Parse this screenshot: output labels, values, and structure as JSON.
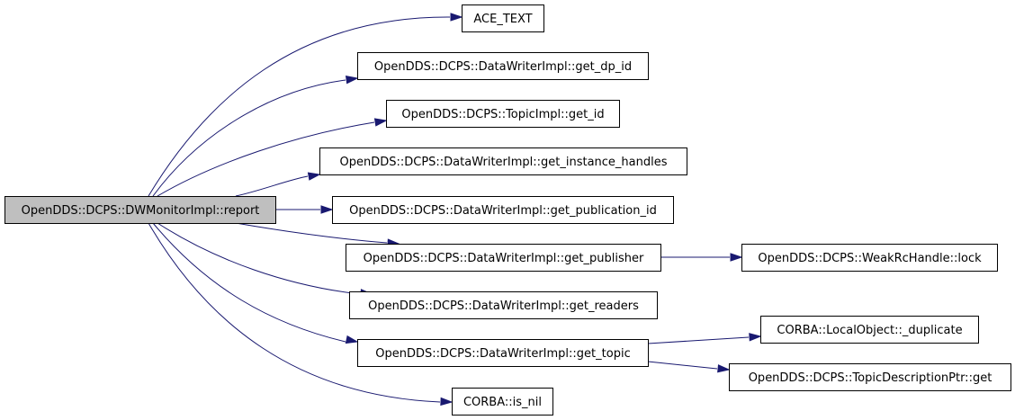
{
  "diagram": {
    "type": "call-graph",
    "edge_color": "#191970",
    "root_fill": "#bfbfbf",
    "nodes": [
      {
        "id": "report",
        "label": "OpenDDS::DCPS::DWMonitorImpl::report",
        "root": true
      },
      {
        "id": "ace_text",
        "label": "ACE_TEXT"
      },
      {
        "id": "get_dp_id",
        "label": "OpenDDS::DCPS::DataWriterImpl::get_dp_id"
      },
      {
        "id": "topic_get_id",
        "label": "OpenDDS::DCPS::TopicImpl::get_id"
      },
      {
        "id": "get_instance_handles",
        "label": "OpenDDS::DCPS::DataWriterImpl::get_instance_handles"
      },
      {
        "id": "get_publication_id",
        "label": "OpenDDS::DCPS::DataWriterImpl::get_publication_id"
      },
      {
        "id": "get_publisher",
        "label": "OpenDDS::DCPS::DataWriterImpl::get_publisher"
      },
      {
        "id": "weak_lock",
        "label": "OpenDDS::DCPS::WeakRcHandle::lock"
      },
      {
        "id": "get_readers",
        "label": "OpenDDS::DCPS::DataWriterImpl::get_readers"
      },
      {
        "id": "get_topic",
        "label": "OpenDDS::DCPS::DataWriterImpl::get_topic"
      },
      {
        "id": "duplicate",
        "label": "CORBA::LocalObject::_duplicate"
      },
      {
        "id": "topic_desc_get",
        "label": "OpenDDS::DCPS::TopicDescriptionPtr::get"
      },
      {
        "id": "is_nil",
        "label": "CORBA::is_nil"
      }
    ],
    "edges": [
      {
        "from": "report",
        "to": "ace_text"
      },
      {
        "from": "report",
        "to": "get_dp_id"
      },
      {
        "from": "report",
        "to": "topic_get_id"
      },
      {
        "from": "report",
        "to": "get_instance_handles"
      },
      {
        "from": "report",
        "to": "get_publication_id"
      },
      {
        "from": "report",
        "to": "get_publisher"
      },
      {
        "from": "report",
        "to": "get_readers"
      },
      {
        "from": "report",
        "to": "get_topic"
      },
      {
        "from": "report",
        "to": "is_nil"
      },
      {
        "from": "get_publisher",
        "to": "weak_lock"
      },
      {
        "from": "get_topic",
        "to": "duplicate"
      },
      {
        "from": "get_topic",
        "to": "topic_desc_get"
      }
    ]
  }
}
